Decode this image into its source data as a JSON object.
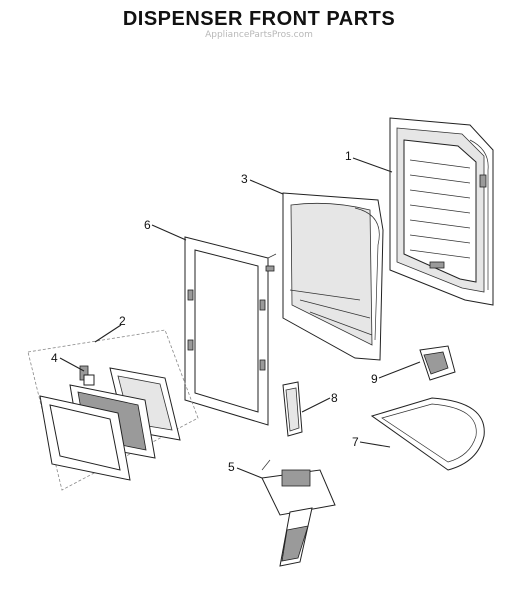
{
  "header": {
    "title": "DISPENSER FRONT PARTS",
    "watermark": "AppliancePartsPros.com"
  },
  "callouts": {
    "c1": "1",
    "c2": "2",
    "c3": "3",
    "c4": "4",
    "c5": "5",
    "c6": "6",
    "c7": "7",
    "c8": "8",
    "c9": "9"
  }
}
